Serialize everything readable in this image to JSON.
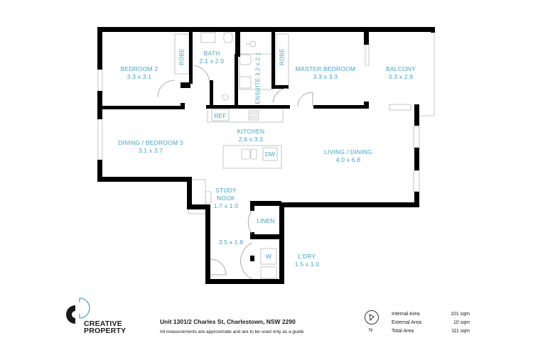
{
  "colors": {
    "wall": "#000000",
    "label": "#3aa6c4",
    "fixture_line": "#b0b0b0",
    "logo_accent": "#6fb8c8",
    "text": "#1a1a1a"
  },
  "rooms": [
    {
      "id": "bedroom-2",
      "name": "BEDROOM 2",
      "dims": "3.3 x 3.1"
    },
    {
      "id": "bath",
      "name": "BATH",
      "dims": "2.1 x 2.0"
    },
    {
      "id": "master-bedroom",
      "name": "MASTER BEDROOM",
      "dims": "3.3 x 3.3"
    },
    {
      "id": "balcony",
      "name": "BALCONY",
      "dims": "3.3 x 2.9"
    },
    {
      "id": "kitchen",
      "name": "KITCHEN",
      "dims": "2.6 x 3.3"
    },
    {
      "id": "dining-bedroom-3",
      "name": "DINING / BEDROOM 3",
      "dims": "3.1 x 3.7"
    },
    {
      "id": "living-dining",
      "name": "LIVING / DINING",
      "dims": "4.0 x 6.8"
    },
    {
      "id": "study-nook",
      "name": "STUDY NOOK",
      "name_line2": "NOOK",
      "name_line1": "STUDY",
      "dims": "1.7 x 1.0"
    },
    {
      "id": "hall",
      "name": "",
      "dims": "3.5 x 1.8"
    },
    {
      "id": "laundry",
      "name": "L'DRY",
      "dims": "1.5 x 1.0"
    }
  ],
  "vertical_labels": {
    "ensuite": "ENSUITE  3.2 x 2.1",
    "robe_1": "ROBE",
    "robe_2": "ROBE"
  },
  "fixtures": {
    "ref": "REF",
    "dw": "DW",
    "linen": "LINEN",
    "washer": "W"
  },
  "footer": {
    "logo_line1": "CREATIVE",
    "logo_line2": "PROPERTY",
    "address": "Unit 1301/2 Charles St, Charlestown, NSW 2290",
    "disclaimer": "All measurements are approximate and are to be used only as a guide",
    "compass_label": "N",
    "areas": [
      {
        "label": "Internal Area",
        "value": "101 sqm"
      },
      {
        "label": "External Area",
        "value": "10 sqm"
      },
      {
        "label": "Total Area",
        "value": "111 sqm"
      }
    ]
  }
}
